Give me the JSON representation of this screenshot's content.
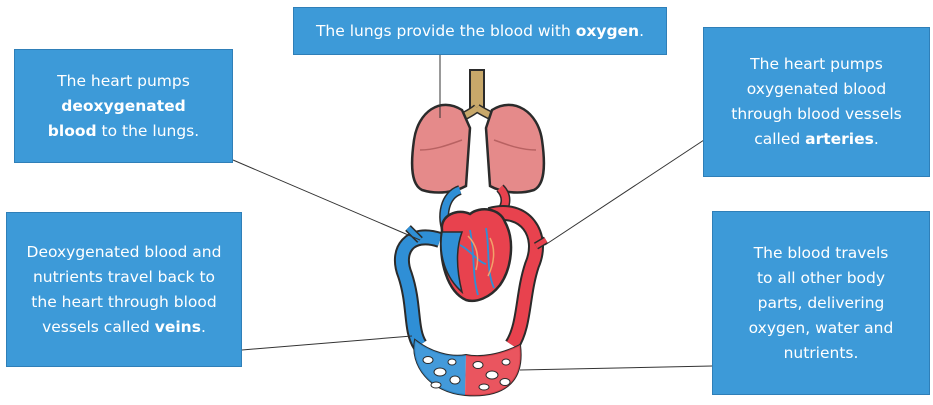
{
  "callouts": {
    "lungs": {
      "pre": "The lungs provide the blood with ",
      "bold": "oxygen",
      "post": "."
    },
    "deoxygenated": {
      "line1": "The heart pumps",
      "line2_bold": "deoxygenated",
      "line3_bold": "blood",
      "line3_post": " to the lungs."
    },
    "arteries": {
      "line1": "The heart pumps",
      "line2": "oxygenated blood",
      "line3": "through blood vessels",
      "line4_pre": "called ",
      "line4_bold": "arteries",
      "line4_post": "."
    },
    "veins": {
      "line1": "Deoxygenated blood and",
      "line2": "nutrients travel back to",
      "line3": "the heart through blood",
      "line4_pre": "vessels called ",
      "line4_bold": "veins",
      "line4_post": "."
    },
    "body": {
      "line1": "The blood travels",
      "line2": "to all other body",
      "line3": "parts, delivering",
      "line4": "oxygen, water and",
      "line5": "nutrients."
    }
  },
  "colors": {
    "callout_bg": "#3d9ad8",
    "vein_blue": "#2f8fd6",
    "artery_red": "#e8424e",
    "lung_pink": "#e58a8a",
    "trachea": "#c8a86a"
  }
}
